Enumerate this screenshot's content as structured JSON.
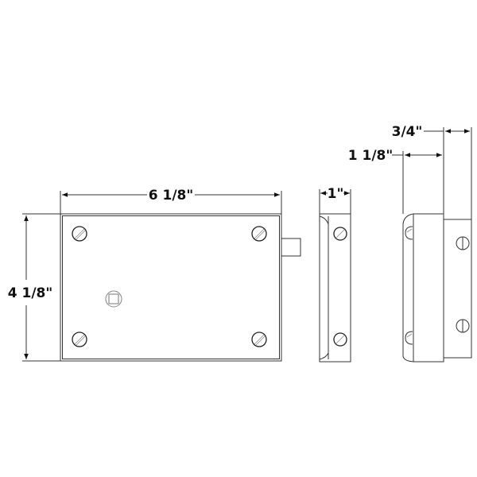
{
  "title": "Lock dimension drawing",
  "dimensions": {
    "front_width": "6 1/8\"",
    "front_height": "4 1/8\"",
    "side_depth": "1\"",
    "case_depth": "1 1/8\"",
    "plate_depth": "3/4\""
  },
  "colors": {
    "line": "#333333",
    "background": "#ffffff"
  }
}
